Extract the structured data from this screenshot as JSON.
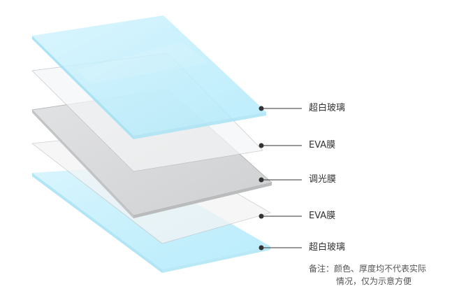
{
  "layers": [
    {
      "name": "glass-top",
      "label": "超白玻璃",
      "color": "#c4eefb"
    },
    {
      "name": "eva-top",
      "label": "EVA膜",
      "color": "#f6f7f8"
    },
    {
      "name": "light-film",
      "label": "调光膜",
      "color": "#d6d7d8"
    },
    {
      "name": "eva-bottom",
      "label": "EVA膜",
      "color": "#f6f7f8"
    },
    {
      "name": "glass-bottom",
      "label": "超白玻璃",
      "color": "#c4eefb"
    }
  ],
  "note": {
    "line1": "备注：颜色、厚度均不代表实际",
    "line2": "情况，仅为示意方便"
  }
}
